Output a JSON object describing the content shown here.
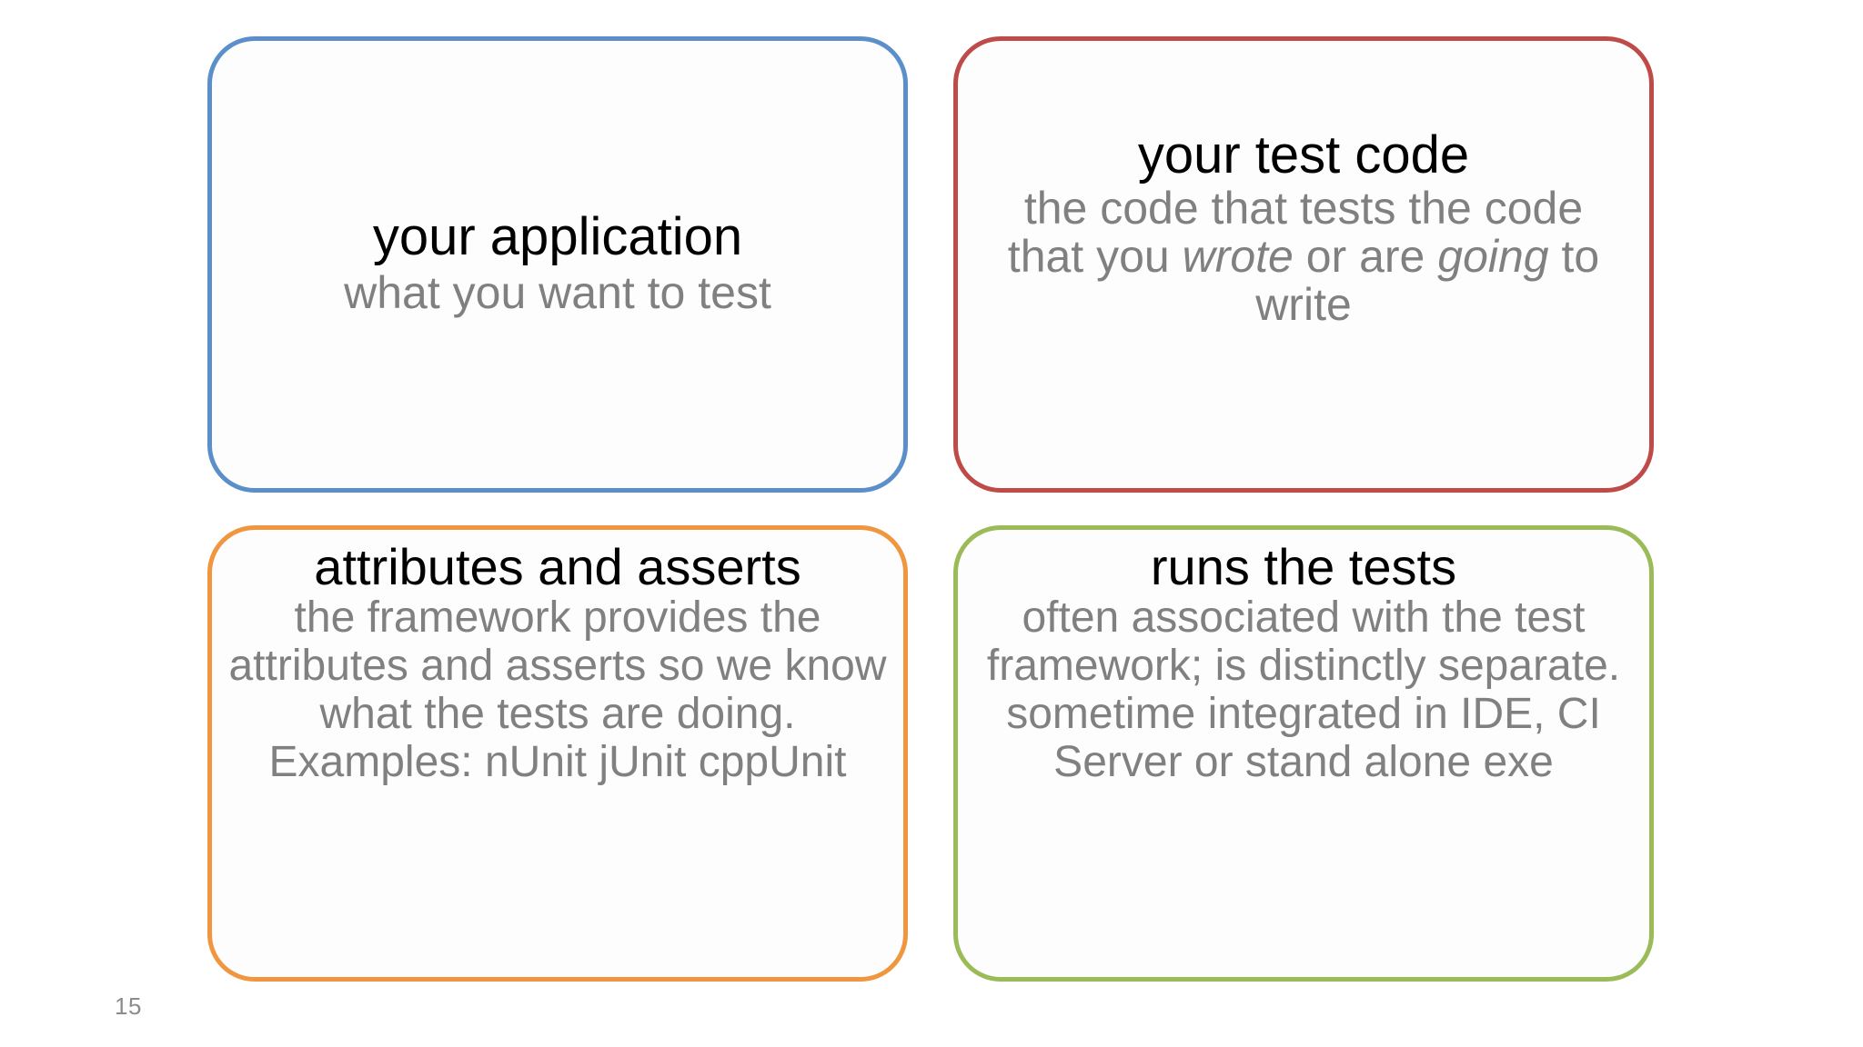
{
  "slide": {
    "page_number": "15",
    "background_color": "#ffffff"
  },
  "cards": [
    {
      "key": "application",
      "name": "your-application-card",
      "border_color": "#5b8fc9",
      "heading": "your application",
      "body_plain": "what you want to test",
      "body_html": "what you want to test"
    },
    {
      "key": "testcode",
      "name": "your-test-code-card",
      "border_color": "#bf4b48",
      "heading": "your test code",
      "body_plain": "the code that tests the code that you wrote or are going to write",
      "body_html": "the code that tests the code that you <i>wrote</i> or are <i>going</i> to write"
    },
    {
      "key": "attributes",
      "name": "attributes-and-asserts-card",
      "border_color": "#f0963f",
      "heading": "attributes and asserts",
      "body_plain": "the framework provides the attributes and asserts so we know what the tests are doing. Examples: nUnit jUnit cppUnit",
      "body_html": "the framework provides the attributes and asserts so we know what the tests are doing.<br>Examples: nUnit jUnit cppUnit"
    },
    {
      "key": "runner",
      "name": "runs-the-tests-card",
      "border_color": "#9bbb59",
      "heading": "runs the tests",
      "body_plain": "often associated with the test framework; is distinctly separate. sometime integrated in IDE, CI Server or stand alone exe",
      "body_html": "often associated with the test framework; is distinctly separate. sometime integrated in IDE, CI Server or stand alone exe"
    }
  ],
  "colors": {
    "heading_text": "#000000",
    "body_text": "#808080",
    "page_number_text": "#8c8c8c",
    "card_fill": "#fdfdfd"
  }
}
